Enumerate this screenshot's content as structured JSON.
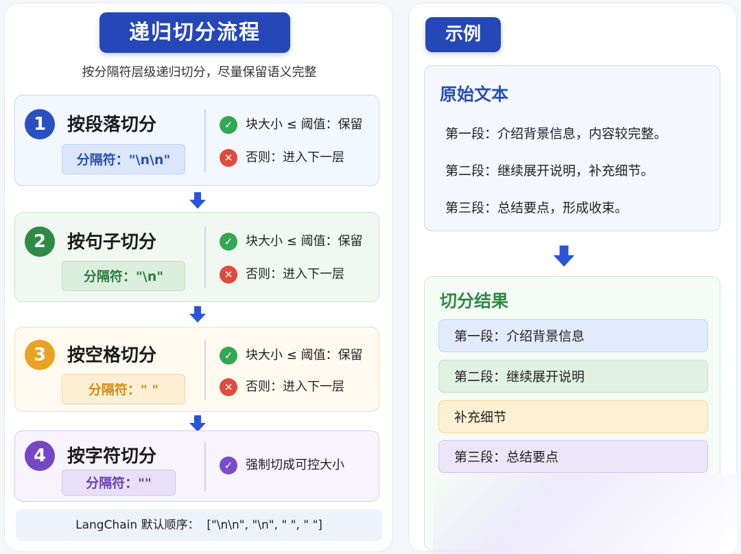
{
  "left": {
    "title": "递归切分流程",
    "subtitle": "按分隔符层级递归切分，尽量保留语义完整",
    "steps": [
      {
        "num": "1",
        "title": "按段落切分",
        "separator": "分隔符：\"\\n\\n\"",
        "rule_keep": "块大小 ≤ 阈值：保留",
        "rule_next": "否则：进入下一层",
        "color": "#2a50c0"
      },
      {
        "num": "2",
        "title": "按句子切分",
        "separator": "分隔符：\"\\n\"",
        "rule_keep": "块大小 ≤ 阈值：保留",
        "rule_next": "否则：进入下一层",
        "color": "#2f8a47"
      },
      {
        "num": "3",
        "title": "按空格切分",
        "separator": "分隔符：\" \"",
        "rule_keep": "块大小 ≤ 阈值：保留",
        "rule_next": "否则：进入下一层",
        "color": "#e9a224"
      },
      {
        "num": "4",
        "title": "按字符切分",
        "separator": "分隔符：\"\"",
        "rule_force": "强制切成可控大小",
        "color": "#7447c4"
      }
    ],
    "order": "LangChain 默认顺序：  [\"\\n\\n\", \"\\n\", \" \", \" \"]"
  },
  "right": {
    "title": "示例",
    "original": {
      "title": "原始文本",
      "lines": [
        "第一段：介绍背景信息，内容较完整。",
        "第二段：继续展开说明，补充细节。",
        "第三段：总结要点，形成收束。"
      ]
    },
    "result": {
      "title": "切分结果",
      "chunks": [
        "第一段：介绍背景信息",
        "第二段：继续展开说明",
        "补充细节",
        "第三段：总结要点"
      ]
    }
  },
  "icons": {
    "check": "check-circle-icon",
    "cross": "x-circle-icon",
    "arrow": "arrow-down-icon"
  },
  "colors": {
    "primary": "#2547b8",
    "accent_arrow": "#2a55d6"
  }
}
